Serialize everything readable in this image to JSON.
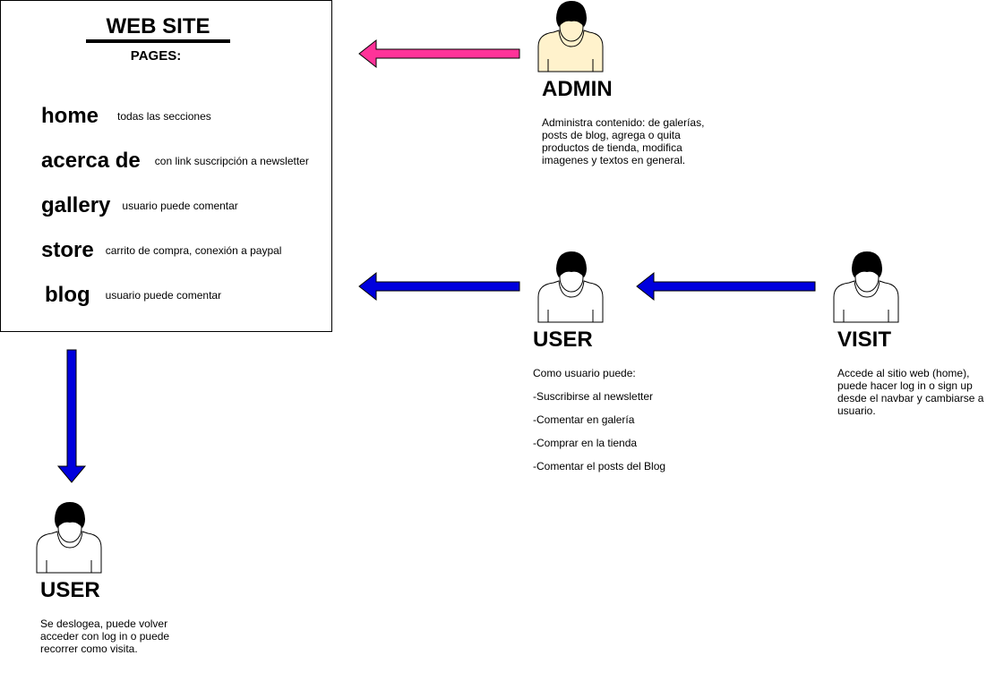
{
  "website": {
    "title": "WEB SITE",
    "pages_label": "PAGES:",
    "pages": [
      {
        "name": "home",
        "desc": "todas las secciones"
      },
      {
        "name": "acerca de",
        "desc": "con link suscripción a newsletter"
      },
      {
        "name": "gallery",
        "desc": "usuario puede comentar"
      },
      {
        "name": "store",
        "desc": "carrito de compra, conexión a paypal"
      },
      {
        "name": "blog",
        "desc": "usuario puede comentar"
      }
    ]
  },
  "admin": {
    "label": "ADMIN",
    "desc": "Administra contenido: de galerías, posts de blog, agrega o quita productos de tienda, modifica imagenes y textos en general."
  },
  "user_mid": {
    "label": "USER",
    "intro": "Como usuario puede:",
    "items": [
      "-Suscribirse al newsletter",
      "-Comentar en galería",
      "-Comprar en la tienda",
      "-Comentar el posts del Blog"
    ]
  },
  "visit": {
    "label": "VISIT",
    "desc": "Accede al sitio web (home), puede hacer log in o sign up desde el navbar y cambiarse a usuario."
  },
  "user_bottom": {
    "label": "USER",
    "desc": "Se deslogea, puede volver acceder con log in o puede recorrer como visita."
  },
  "colors": {
    "admin_arrow": "#ff3399",
    "user_arrow": "#0000dd",
    "admin_body": "#fff2cc",
    "user_body": "#ffffff"
  }
}
